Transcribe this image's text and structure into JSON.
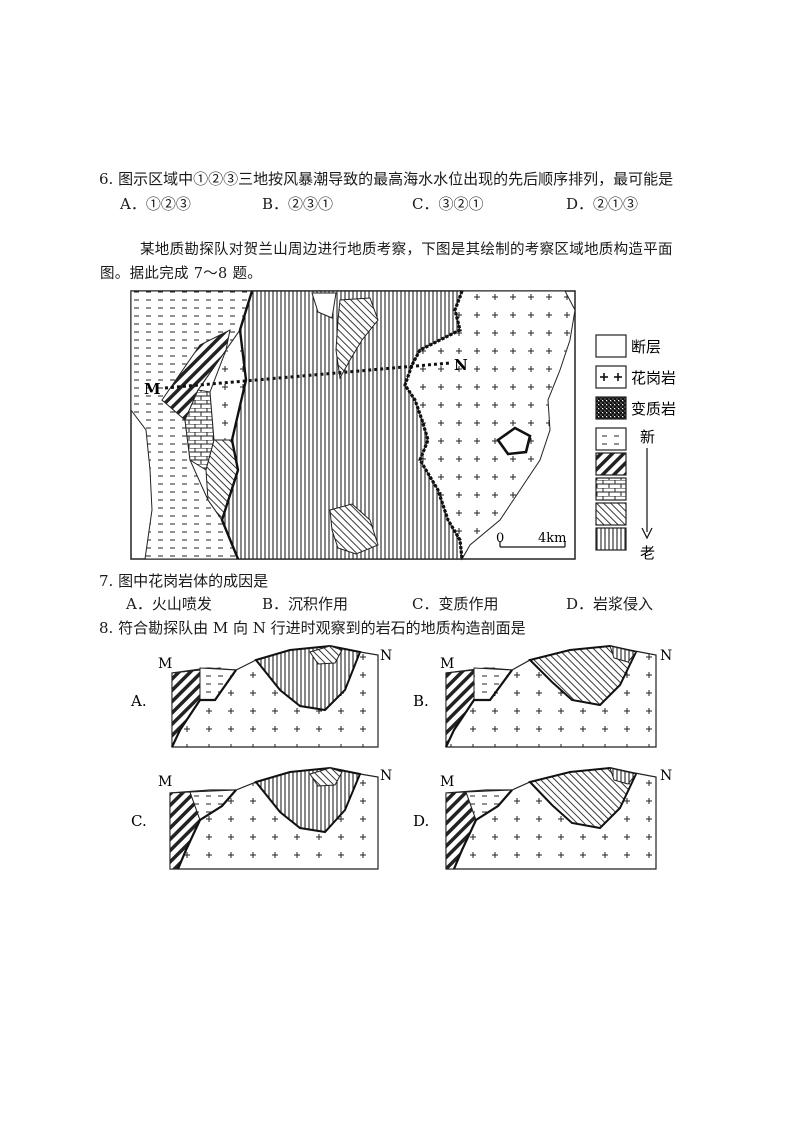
{
  "q6": {
    "number": "6.",
    "stem": "图示区域中①②③三地按风暴潮导致的最高海水水位出现的先后顺序排列，最可能是",
    "options": [
      "A．①②③",
      "B．②③①",
      "C．③②①",
      "D．②①③"
    ]
  },
  "intro": {
    "line1": "某地质勘探队对贺兰山周边进行地质考察，下图是其绘制的考察区域地质构造平面",
    "line2": "图。据此完成 7～8 题。"
  },
  "map": {
    "point_m": "M",
    "point_n": "N",
    "scale_zero": "0",
    "scale_value": "4km"
  },
  "legend": {
    "fault": "断层",
    "granite": "花岗岩",
    "metamorphic": "变质岩",
    "newer": "新",
    "older": "老"
  },
  "q7": {
    "number": "7.",
    "stem": "图中花岗岩体的成因是",
    "options": [
      "A．火山喷发",
      "B．沉积作用",
      "C．变质作用",
      "D．岩浆侵入"
    ]
  },
  "q8": {
    "number": "8.",
    "stem": "符合勘探队由 M 向 N 行进时观察到的岩石的地质构造剖面是"
  },
  "sections": [
    {
      "option": "A.",
      "m": "M",
      "n": "N"
    },
    {
      "option": "B.",
      "m": "M",
      "n": "N"
    },
    {
      "option": "C.",
      "m": "M",
      "n": "N"
    },
    {
      "option": "D.",
      "m": "M",
      "n": "N"
    }
  ]
}
